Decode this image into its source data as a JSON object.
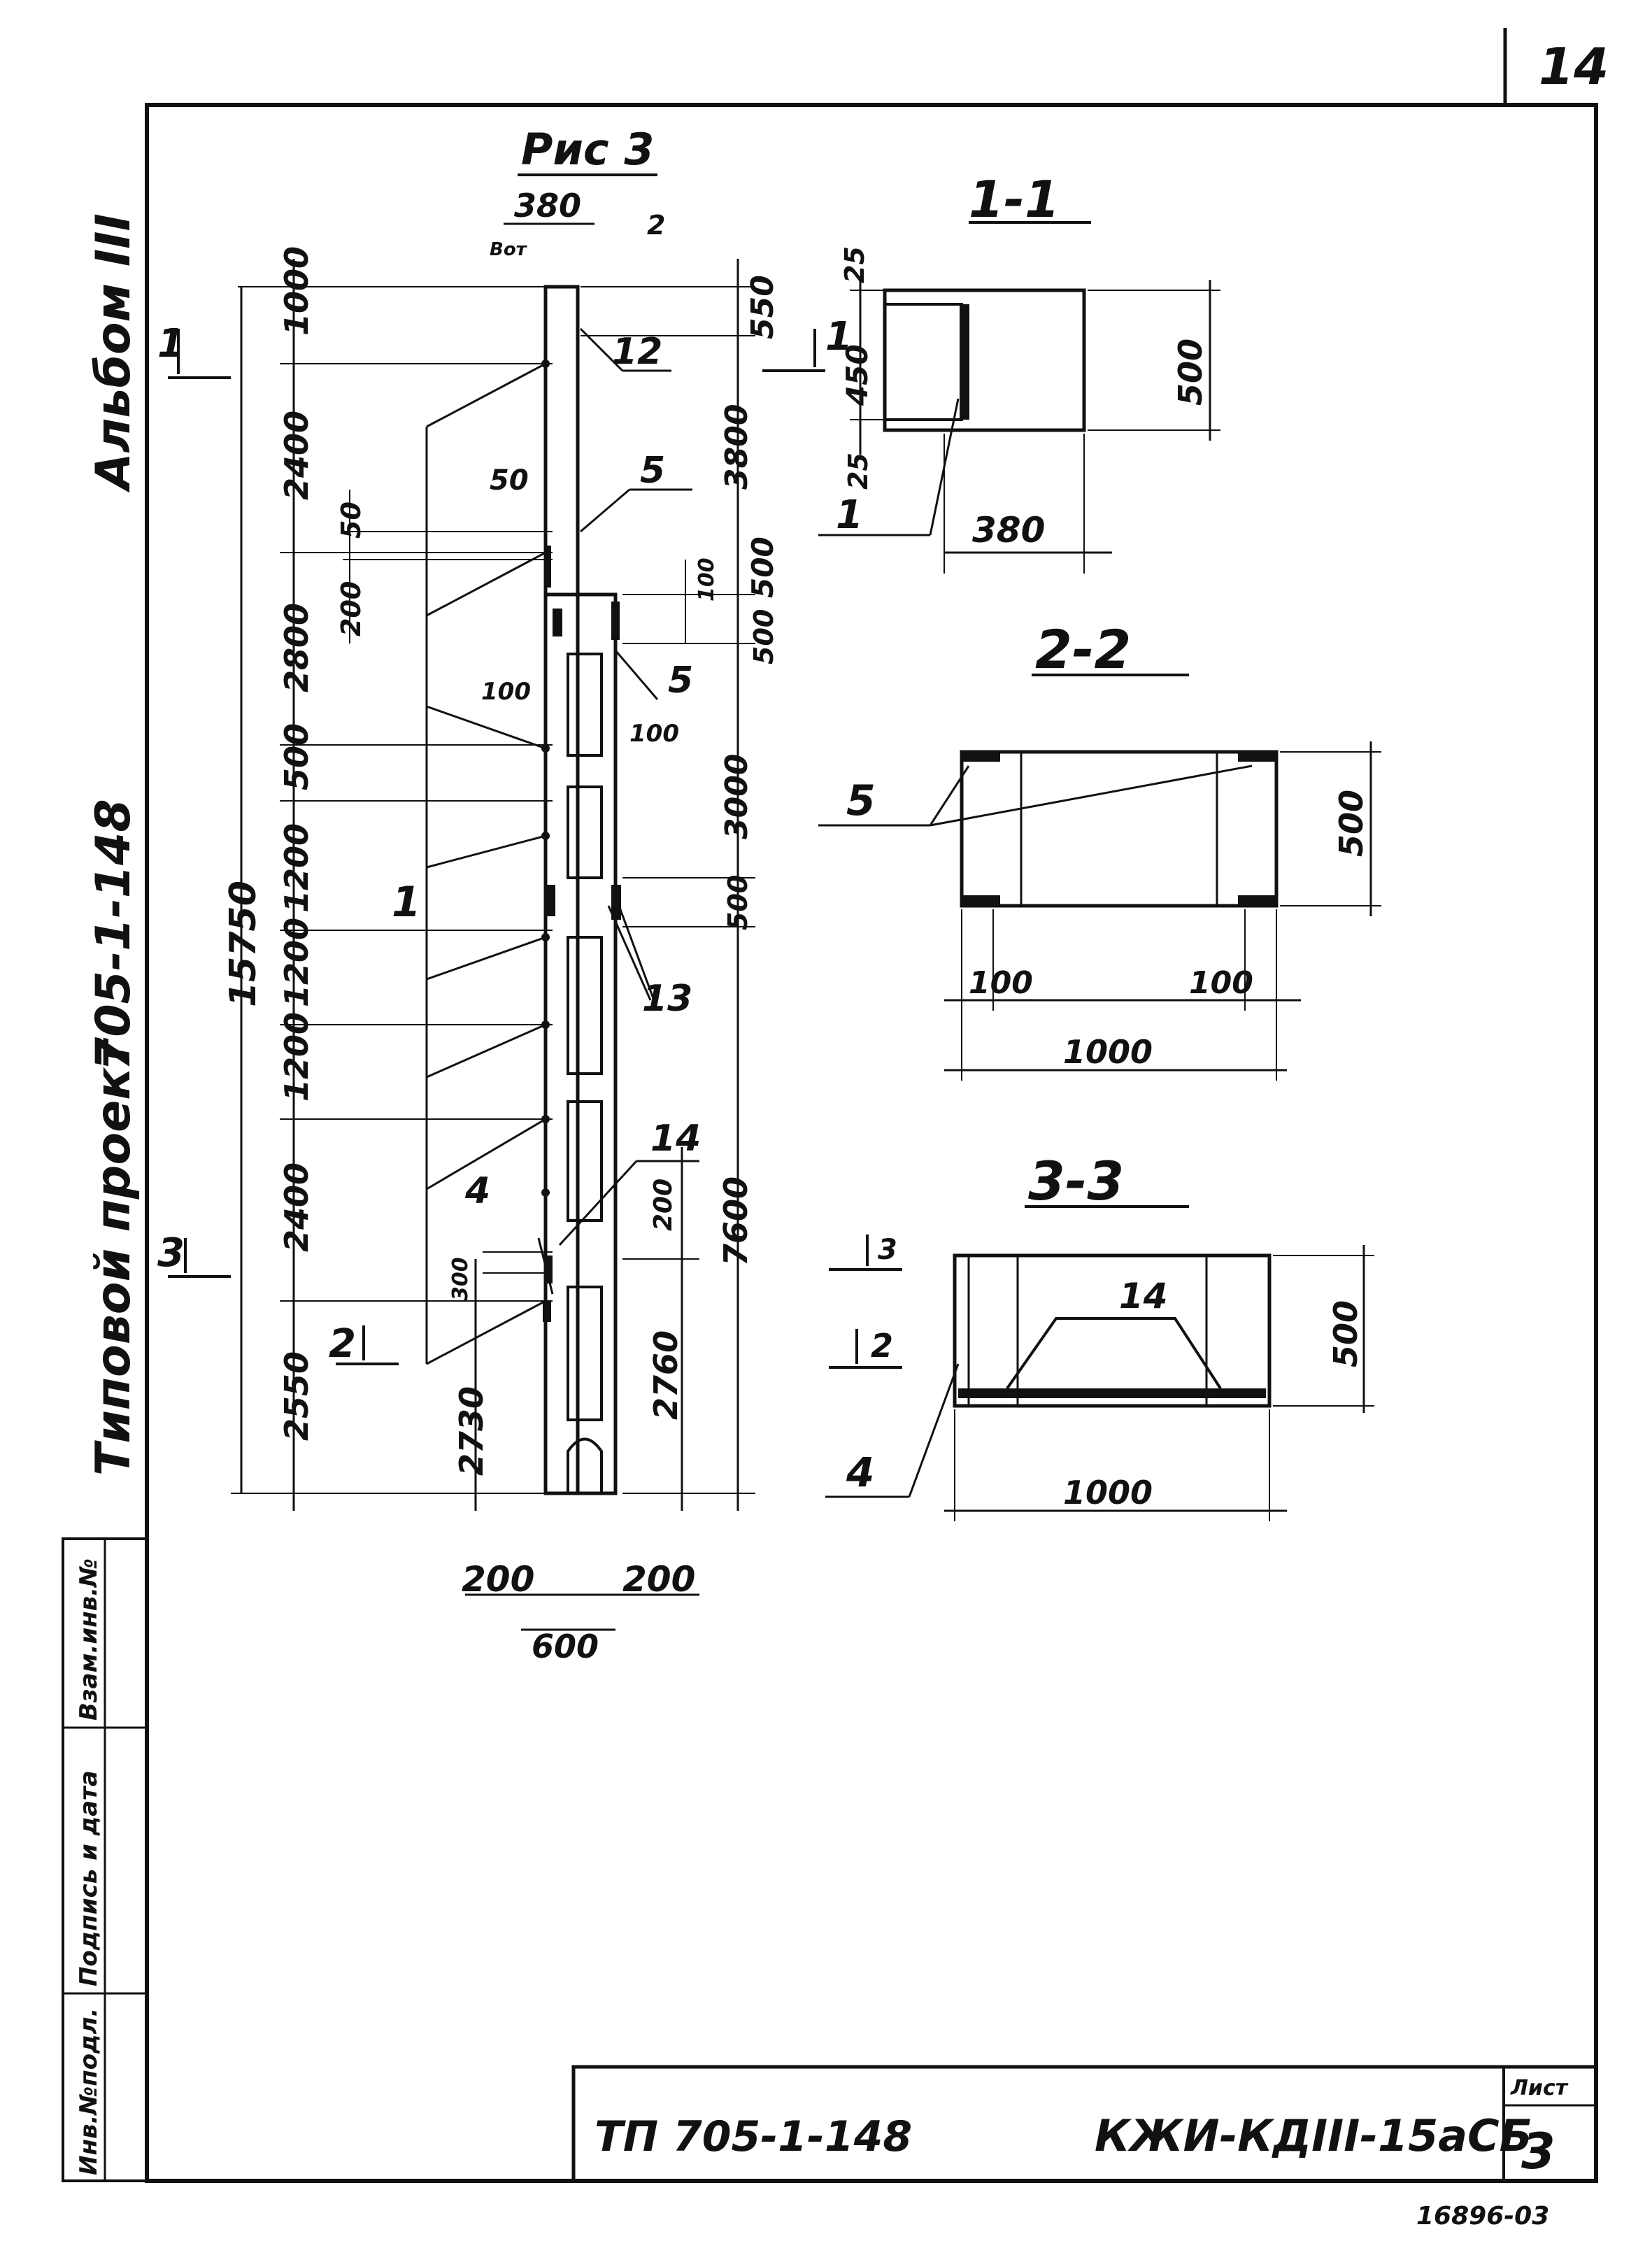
{
  "sheet": {
    "page_number": "14",
    "album": "Альбом III",
    "project_label": "Типовой проект",
    "project_number": "705-1-148",
    "figure_title": "Рис 3",
    "stamp_left": "ТП 705-1-148",
    "stamp_right": "КЖИ-КДIII-15аСБ",
    "sheet_label": "Лист",
    "sheet_number": "3",
    "archive_number": "16896-03"
  },
  "side_stamp": [
    "Инв.№подл.",
    "Подпись и дата",
    "Взам.инв.№"
  ],
  "elevation": {
    "top_width": "380",
    "mark_2": "2",
    "mark_bot": "Вот",
    "left_dims": [
      "1000",
      "2400",
      "2800",
      "500",
      "1200",
      "1200",
      "1200",
      "2400",
      "2550"
    ],
    "overall": "15750",
    "small_dims": [
      "50",
      "200",
      "50",
      "100",
      "300",
      "2730"
    ],
    "right_dims": [
      "550",
      "3800",
      "500",
      "500",
      "100",
      "3000",
      "500",
      "7600",
      "200",
      "2760"
    ],
    "callouts": [
      "12",
      "5",
      "5",
      "1",
      "13",
      "14",
      "4",
      "100"
    ],
    "bottom_dims": [
      "200",
      "200",
      "600"
    ],
    "cuts": [
      "1",
      "1",
      "3",
      "2"
    ]
  },
  "section_1": {
    "title": "1-1",
    "dims": [
      "25",
      "450",
      "25",
      "380",
      "500"
    ],
    "callout": "1"
  },
  "section_2": {
    "title": "2-2",
    "dims": [
      "100",
      "100",
      "1000",
      "500"
    ],
    "callout": "5"
  },
  "section_3": {
    "title": "3-3",
    "dims": [
      "1000",
      "500"
    ],
    "callouts": [
      "14",
      "4"
    ],
    "cut_marks": [
      "3",
      "2"
    ]
  }
}
